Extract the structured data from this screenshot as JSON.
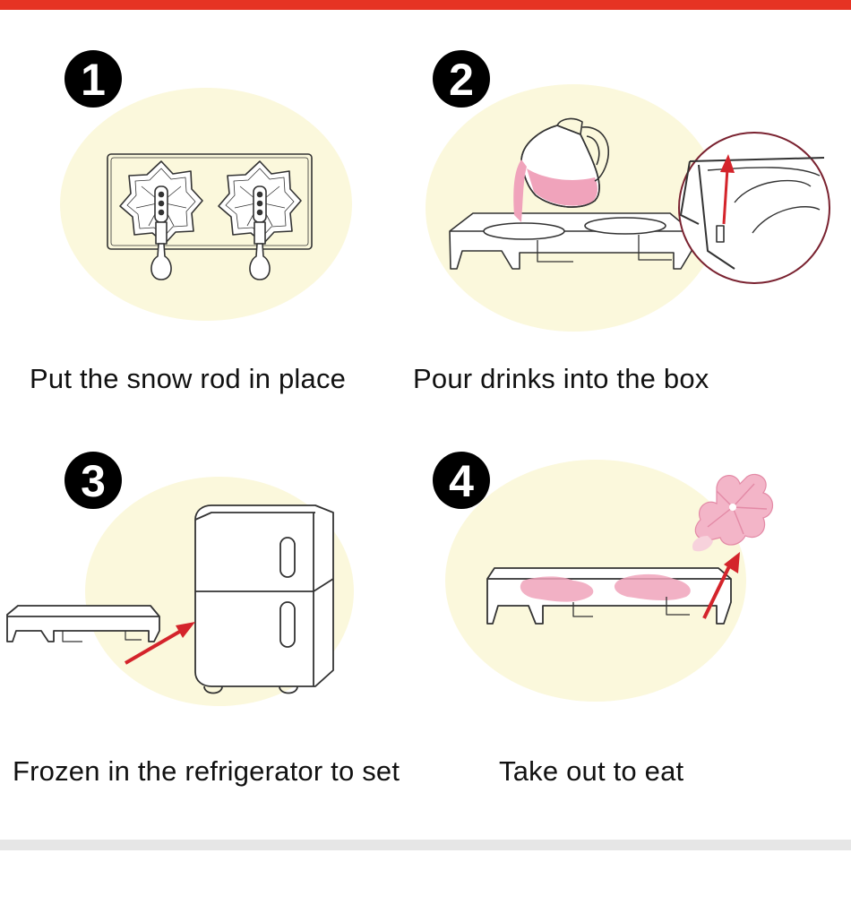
{
  "colors": {
    "accent_bar": "#e63323",
    "blob": "#fbf8dc",
    "line": "#333333",
    "pink": "#f0a3bb",
    "arrow": "#d4242b",
    "divider": "#e6e6e6"
  },
  "steps": [
    {
      "number": "1",
      "caption": "Put the snow rod in place",
      "illustration": "mold-with-sticks"
    },
    {
      "number": "2",
      "caption": "Pour drinks into the box",
      "illustration": "pitcher-pouring"
    },
    {
      "number": "3",
      "caption": "Frozen in the refrigerator to set",
      "illustration": "refrigerator"
    },
    {
      "number": "4",
      "caption": "Take out to eat",
      "illustration": "popsicle-out"
    }
  ]
}
